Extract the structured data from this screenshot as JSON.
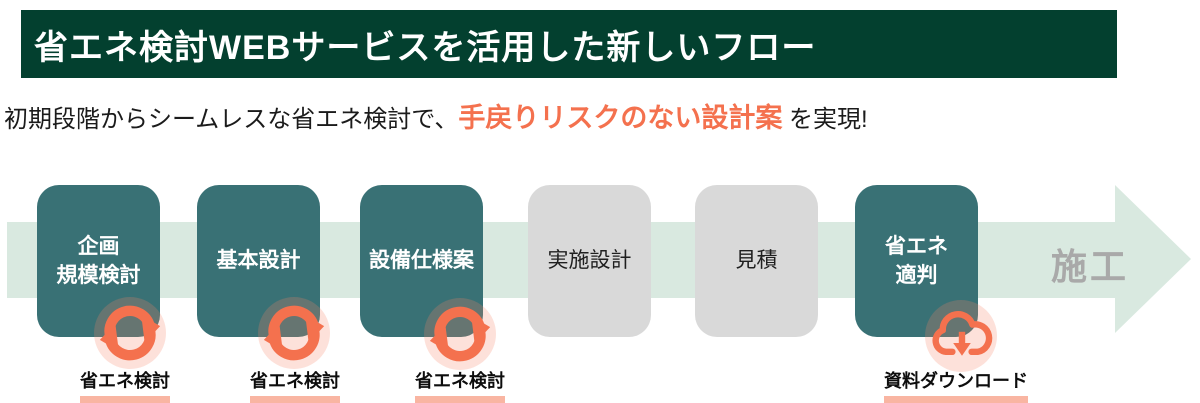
{
  "header": {
    "title": "省エネ検討WEBサービスを活用した新しいフロー"
  },
  "lead": {
    "prefix": "初期段階からシームレスな省エネ検討で、",
    "highlight": "手戻りリスクのない設計案",
    "suffix": " を実現!"
  },
  "flow": {
    "steps": [
      {
        "lines": [
          "企画",
          "規模検討"
        ],
        "state": "highlighted"
      },
      {
        "lines": [
          "基本設計"
        ],
        "state": "highlighted"
      },
      {
        "lines": [
          "設備仕様案"
        ],
        "state": "highlighted"
      },
      {
        "lines": [
          "実施設計"
        ],
        "state": "normal"
      },
      {
        "lines": [
          "見積"
        ],
        "state": "normal"
      },
      {
        "lines": [
          "省エネ",
          "適判"
        ],
        "state": "highlighted"
      }
    ],
    "arrow_end_label": "施工"
  },
  "annotations": {
    "review_label_1": "省エネ検討",
    "review_label_2": "省エネ検討",
    "review_label_3": "省エネ検討",
    "download_label": "資料ダウンロード",
    "icons": [
      "refresh-icon",
      "refresh-icon",
      "refresh-icon",
      "cloud-download-icon"
    ]
  },
  "colors": {
    "header_bg": "#03402F",
    "step_active": "#397175",
    "step_inactive": "#D9D9D9",
    "arrow_band": "#D9E9E0",
    "accent_orange": "#F4714E",
    "underline_pink": "#F9B5A2",
    "construction_gray": "#A9A9A9"
  }
}
